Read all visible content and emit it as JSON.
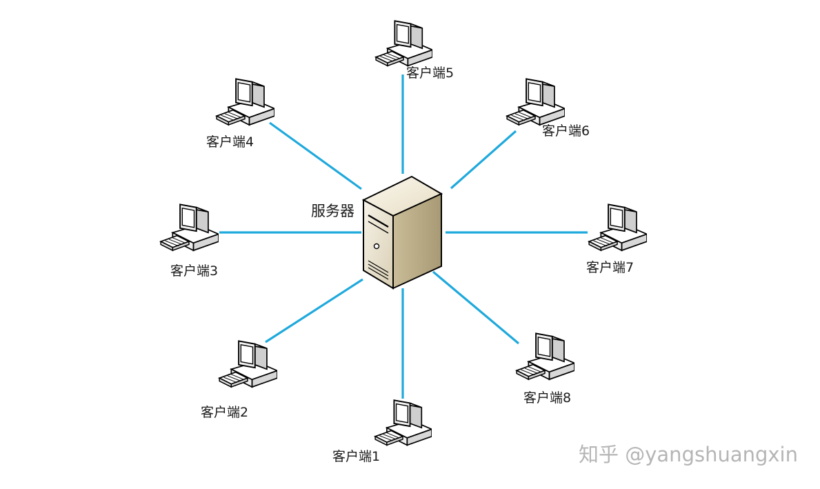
{
  "server": {
    "label": "服务器",
    "icon": "server-tower-icon"
  },
  "clients": [
    {
      "id": 1,
      "label": "客户端1",
      "icon": "desktop-computer-icon"
    },
    {
      "id": 2,
      "label": "客户端2",
      "icon": "desktop-computer-icon"
    },
    {
      "id": 3,
      "label": "客户端3",
      "icon": "desktop-computer-icon"
    },
    {
      "id": 4,
      "label": "客户端4",
      "icon": "desktop-computer-icon"
    },
    {
      "id": 5,
      "label": "客户端5",
      "icon": "desktop-computer-icon"
    },
    {
      "id": 6,
      "label": "客户端6",
      "icon": "desktop-computer-icon"
    },
    {
      "id": 7,
      "label": "客户端7",
      "icon": "desktop-computer-icon"
    },
    {
      "id": 8,
      "label": "客户端8",
      "icon": "desktop-computer-icon"
    }
  ],
  "watermark": {
    "text": "知乎 @yangshuangxin",
    "color": "#b5b5b5"
  },
  "colors": {
    "link": "#1fa9dc",
    "server_body": "#e9e2cf",
    "computer_body": "#f2f2f2"
  }
}
